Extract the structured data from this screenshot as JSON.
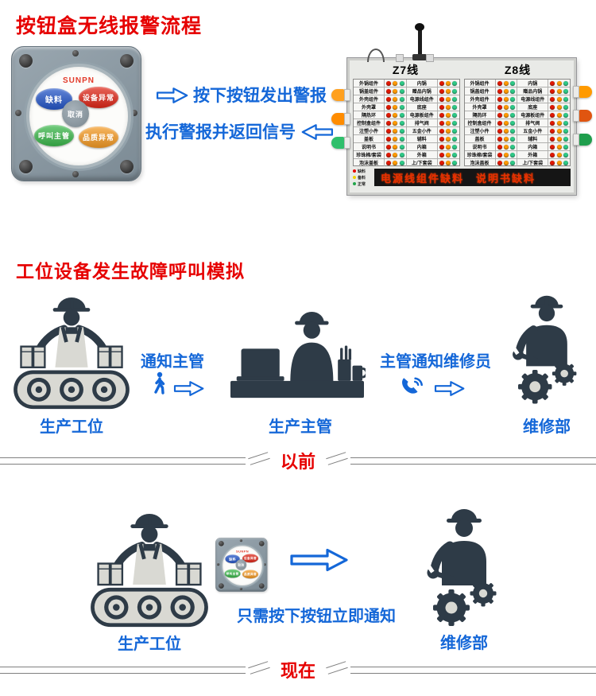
{
  "top": {
    "title": "按钮盒无线报警流程",
    "press_text": "按下按钮发出警报",
    "return_text": "执行警报并返回信号",
    "button_box": {
      "brand": "SUNPN",
      "center": "取消",
      "buttons": [
        {
          "label": "缺料",
          "color": "#2355c8"
        },
        {
          "label": "设备异常",
          "color": "#e02718"
        },
        {
          "label": "呼叫主管",
          "color": "#3bb84b"
        },
        {
          "label": "品质异常",
          "color": "#f59a23"
        }
      ]
    },
    "board": {
      "headers": [
        "Z7线",
        "Z8线"
      ],
      "rows": [
        {
          "left": "外锅组件",
          "right": "内锅"
        },
        {
          "left": "锅盖组件",
          "right": "赠品内锅"
        },
        {
          "left": "外壳组件",
          "right": "电源线组件"
        },
        {
          "left": "外壳罩",
          "right": "底座"
        },
        {
          "left": "隔热环",
          "right": "电源板组件"
        },
        {
          "left": "控制盒组件",
          "right": "排气阀"
        },
        {
          "left": "注塑小件",
          "right": "五金小件"
        },
        {
          "left": "盖板",
          "right": "辅料"
        },
        {
          "left": "说明书",
          "right": "内箱"
        },
        {
          "left": "珍珠棉/套袋",
          "right": "外箱"
        },
        {
          "left": "泡沫盖板",
          "right": "上/下套袋"
        }
      ],
      "light_colors": [
        "#e01800",
        "#ff9a00",
        "#2ec987"
      ],
      "side_lights": {
        "left": [
          "#ffa01e",
          "#ff8c00",
          "#2fbf6b"
        ],
        "right": [
          "#ff9a00",
          "#e05510",
          "#1f9e4d"
        ]
      },
      "legend": [
        {
          "label": "缺料",
          "color": "#e60000"
        },
        {
          "label": "备料",
          "color": "#f0d000"
        },
        {
          "label": "正常",
          "color": "#23a54a"
        }
      ],
      "led_text": "电源线组件缺料　说明书缺料"
    }
  },
  "middle": {
    "title": "工位设备发生故障呼叫模拟",
    "station_label": "生产工位",
    "notify_text": "通知主管",
    "supervisor_label": "生产主管",
    "notify2_text": "主管通知维修员",
    "maintenance_label": "维修部",
    "divider_label": "以前"
  },
  "bottom": {
    "station_label": "生产工位",
    "instruction": "只需按下按钮立即通知",
    "maintenance_label": "维修部",
    "divider_label": "现在"
  },
  "colors": {
    "accent_blue": "#1467d8",
    "title_red": "#e60000",
    "figure_dark": "#2e3b47",
    "figure_light": "#d9d9d3",
    "led_red": "#e83000"
  }
}
